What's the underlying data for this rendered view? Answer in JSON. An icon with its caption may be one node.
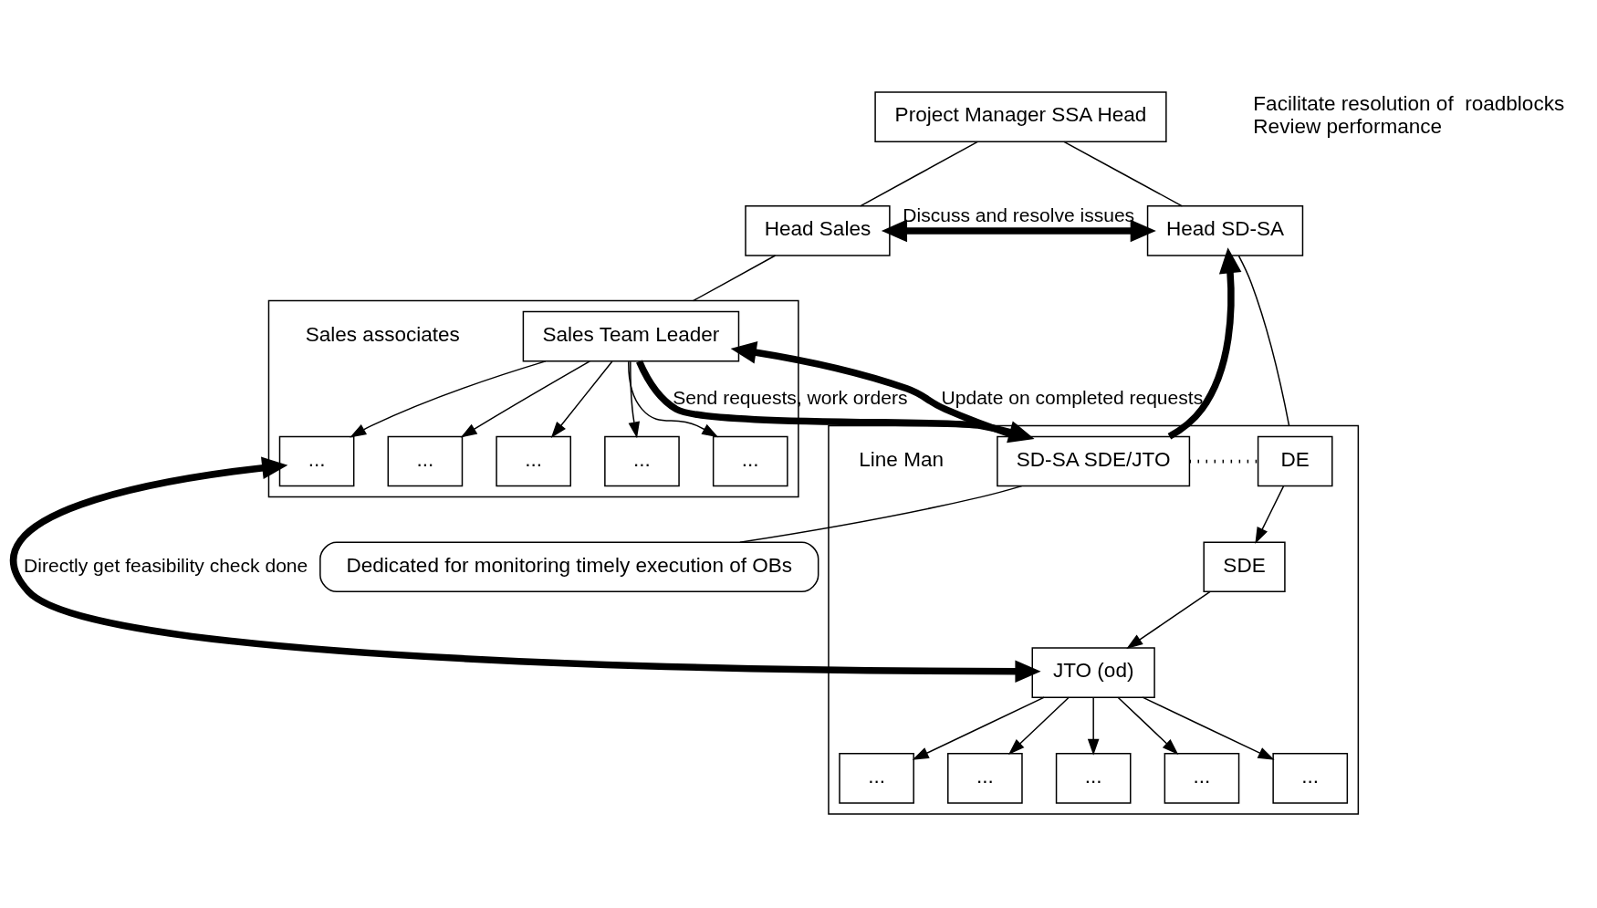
{
  "diagram": {
    "nodes": [
      {
        "text": [
          "Project Manager SSA Head"
        ],
        "beside": [
          "Facilitate resolution of  roadblocks",
          "Review performance"
        ]
      },
      {
        "text": [
          "Head Sales"
        ]
      },
      {
        "text": [
          "Head SD-SA"
        ]
      },
      {
        "text": [],
        "shape": "box"
      },
      {
        "text": [
          "Sales Team Leader"
        ],
        "in": 3
      },
      {
        "text": [
          "..."
        ],
        "in": 3
      },
      {
        "text": [
          "..."
        ],
        "in": 3
      },
      {
        "text": [
          "..."
        ],
        "in": 3
      },
      {
        "text": [
          "..."
        ],
        "in": 3
      },
      {
        "text": [
          "..."
        ],
        "in": 3
      },
      {
        "text": [],
        "shape": "box"
      },
      {
        "text": [
          "SD-SA SDE/JTO"
        ],
        "in": 10
      },
      {
        "text": [
          "DE"
        ],
        "in": 10
      },
      {
        "text": [
          "SDE"
        ],
        "in": 10
      },
      {
        "text": [
          "JTO (od)"
        ],
        "in": 10
      },
      {
        "text": [
          "..."
        ],
        "in": 10
      },
      {
        "text": [
          "..."
        ],
        "in": 10
      },
      {
        "text": [
          "..."
        ],
        "in": 10
      },
      {
        "text": [
          "..."
        ],
        "in": 10
      },
      {
        "text": [
          "..."
        ],
        "in": 10
      },
      {
        "text": [
          "Dedicated for monitoring timely execution of OBs"
        ]
      }
    ],
    "edges": [
      {
        "from": 0,
        "to": 1,
        "arrow": "none"
      },
      {
        "from": 0,
        "to": 2,
        "arrow": "none"
      },
      {
        "from": 1,
        "to": 2,
        "arrow": "both",
        "label": "Discuss and resolve issues",
        "style": "thick"
      },
      {
        "from": 1,
        "to": 3,
        "arrow": "none"
      },
      {
        "from": 2,
        "to": 10,
        "arrow": "none"
      },
      {
        "from": 4,
        "to": 11,
        "arrow": "to",
        "label": "Send requests, work orders",
        "style": "thick"
      },
      {
        "from": 11,
        "to": 4,
        "arrow": "to",
        "label": "Update on completed requests",
        "style": "thick"
      },
      {
        "from": 11,
        "to": 2,
        "arrow": "to",
        "style": "thick"
      },
      {
        "from": 11,
        "to": 12,
        "arrow": "none",
        "style": "dashed"
      },
      {
        "from": 4,
        "to": 5,
        "arrow": "to"
      },
      {
        "from": 4,
        "to": 6,
        "arrow": "to"
      },
      {
        "from": 4,
        "to": 7,
        "arrow": "to"
      },
      {
        "from": 4,
        "to": 8,
        "arrow": "to"
      },
      {
        "from": 4,
        "to": 9,
        "arrow": "to"
      },
      {
        "from": 12,
        "to": 13,
        "arrow": "to"
      },
      {
        "from": 13,
        "to": 14,
        "arrow": "to"
      },
      {
        "from": 14,
        "to": 15,
        "arrow": "to"
      },
      {
        "from": 14,
        "to": 16,
        "arrow": "to"
      },
      {
        "from": 14,
        "to": 17,
        "arrow": "to"
      },
      {
        "from": 14,
        "to": 18,
        "arrow": "to"
      },
      {
        "from": 14,
        "to": 19,
        "arrow": "to"
      },
      {
        "from": 9,
        "to": 14,
        "arrow": "both",
        "label": "Directly get feasibility check done",
        "style": "thick"
      },
      {
        "from": 20,
        "to": 11,
        "arrow": "none"
      }
    ],
    "labels": [
      "Sales associates",
      "Line Man"
    ]
  }
}
